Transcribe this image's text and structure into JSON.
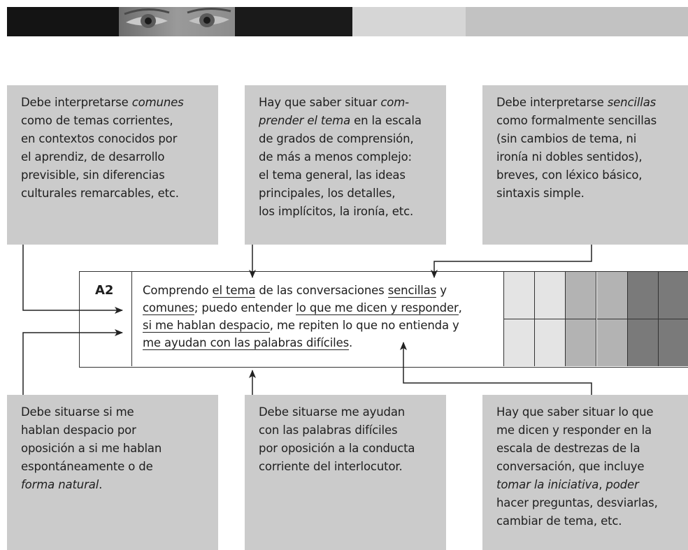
{
  "banner": {
    "segments": [
      {
        "color": "#141414"
      },
      {
        "color": "#8a8a8a",
        "kind": "eyes-photo"
      },
      {
        "color": "#1a1a1a"
      },
      {
        "color": "#d6d6d6"
      },
      {
        "color": "#c2c2c2"
      }
    ]
  },
  "notes": {
    "top_left": {
      "lines": [
        [
          "Debe interpretarse ",
          {
            "i": "comunes"
          }
        ],
        [
          "como de temas corrientes,"
        ],
        [
          "en contextos conocidos por"
        ],
        [
          "el aprendiz, de desarrollo"
        ],
        [
          "previsible, sin diferencias"
        ],
        [
          "culturales remarcables, etc."
        ]
      ]
    },
    "top_middle": {
      "lines": [
        [
          "Hay que saber situar ",
          {
            "i": "com-"
          }
        ],
        [
          {
            "i": "prender el tema"
          },
          " en la escala"
        ],
        [
          "de grados de comprensión,"
        ],
        [
          "de más a menos complejo:"
        ],
        [
          "el tema general, las ideas"
        ],
        [
          "principales, los detalles,"
        ],
        [
          "los implícitos, la ironía, etc."
        ]
      ]
    },
    "top_right": {
      "lines": [
        [
          "Debe interpretarse ",
          {
            "i": "sencillas"
          }
        ],
        [
          "como formalmente sencillas"
        ],
        [
          "(sin cambios de tema, ni"
        ],
        [
          "ironía ni dobles sentidos),"
        ],
        [
          "breves, con léxico básico,"
        ],
        [
          "sintaxis simple."
        ]
      ]
    },
    "bottom_left": {
      "lines": [
        [
          "Debe situarse si me"
        ],
        [
          "hablan despacio por"
        ],
        [
          "oposición a si me hablan"
        ],
        [
          "espontáneamente o de"
        ],
        [
          {
            "i": "forma natural"
          },
          "."
        ]
      ]
    },
    "bottom_middle": {
      "lines": [
        [
          "Debe situarse me ayudan"
        ],
        [
          "con las palabras difíciles"
        ],
        [
          "por oposición a la conducta"
        ],
        [
          "corriente del interlocutor."
        ]
      ]
    },
    "bottom_right": {
      "lines": [
        [
          "Hay que saber situar lo que"
        ],
        [
          "me dicen y responder en la"
        ],
        [
          "escala de destrezas de la"
        ],
        [
          "conversación, que incluye"
        ],
        [
          {
            "i": "tomar la iniciativa"
          },
          ", ",
          {
            "i": "poder"
          }
        ],
        [
          "hacer preguntas, desviarlas,"
        ],
        [
          "cambiar de tema, etc."
        ]
      ]
    }
  },
  "descriptor": {
    "level": "A2",
    "lines": [
      [
        "Comprendo ",
        {
          "u": "el tema"
        },
        " de las conversaciones ",
        {
          "u": "sencillas"
        },
        " y"
      ],
      [
        {
          "u": "comunes"
        },
        "; puedo entender ",
        {
          "u": "lo que me dicen y responder"
        },
        ","
      ],
      [
        {
          "u": "si me hablan despacio"
        },
        ", me repiten lo que no entienda y"
      ],
      [
        {
          "u": "me ayudan con las palabras difíciles"
        },
        "."
      ]
    ]
  },
  "scale_grid": {
    "columns": [
      "#e4e4e4",
      "#e4e4e4",
      "#b3b3b3",
      "#b3b3b3",
      "#7a7a7a",
      "#7a7a7a"
    ],
    "rows": 2
  }
}
